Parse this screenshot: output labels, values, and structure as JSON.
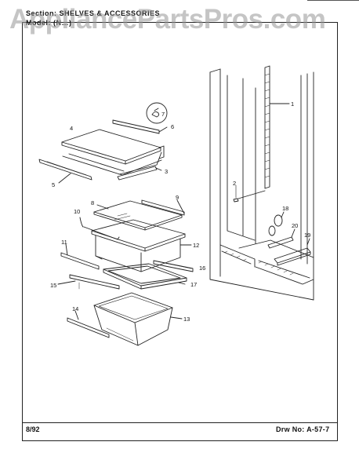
{
  "header": {
    "section_label": "Section:",
    "section_title": "SHELVES & ACCESSORIES",
    "model_label": "Model:",
    "model_value": "(N…)"
  },
  "watermark": "AppliancePartsPros.com",
  "footer": {
    "date": "8/92",
    "drawing_label": "Drw No:",
    "drawing_number": "A-57-7"
  },
  "callouts": [
    "1",
    "2",
    "3",
    "4",
    "5",
    "6",
    "7",
    "8",
    "9",
    "10",
    "11",
    "12",
    "13",
    "14",
    "15",
    "16",
    "17",
    "18",
    "19",
    "20"
  ]
}
